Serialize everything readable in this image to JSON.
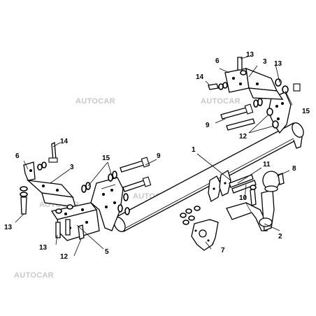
{
  "watermark": "AUTOCAR",
  "part_numbers": {
    "frame": "1",
    "ball_neck": "2",
    "bracket_left": "3",
    "bracket_right": "3",
    "plate_5": "5",
    "plate_6_left": "6",
    "plate_6_right": "6",
    "socket_plate": "7",
    "ball_cap": "8",
    "bolts_9_left": "9",
    "bolts_9_right": "9",
    "bolt_10": "10",
    "bolt_11": "11",
    "washers_12_left": "12",
    "washers_12_right": "12",
    "nut_13_left_a": "13",
    "nut_13_left_b": "13",
    "nut_13_right_a": "13",
    "nut_13_right_b": "13",
    "bolt_14_left": "14",
    "bolt_14_right": "14",
    "washers_15_left": "15",
    "washers_15_right": "15"
  }
}
